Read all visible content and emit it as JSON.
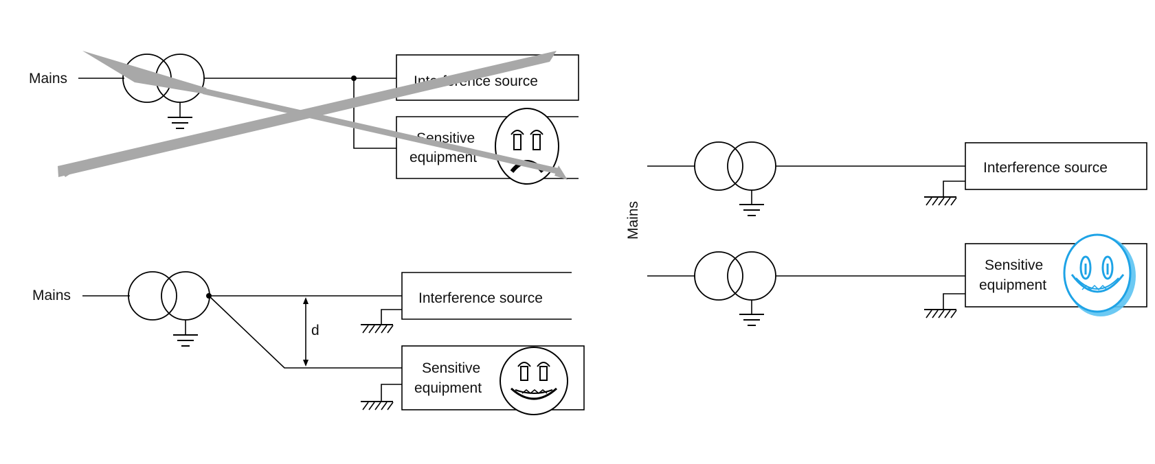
{
  "labels": {
    "mains": "Mains",
    "interference_source": "Interference source",
    "sensitive_line1": "Sensitive",
    "sensitive_line2": "equipment",
    "distance": "d"
  },
  "icons": {
    "sad_face": "sad-face-icon",
    "happy_face": "happy-face-icon",
    "cross_arrows": "cross-arrows-icon"
  },
  "colors": {
    "line": "#000000",
    "cross_arrow": "#a8a8a8",
    "happy_face": "#1ea3e6"
  }
}
